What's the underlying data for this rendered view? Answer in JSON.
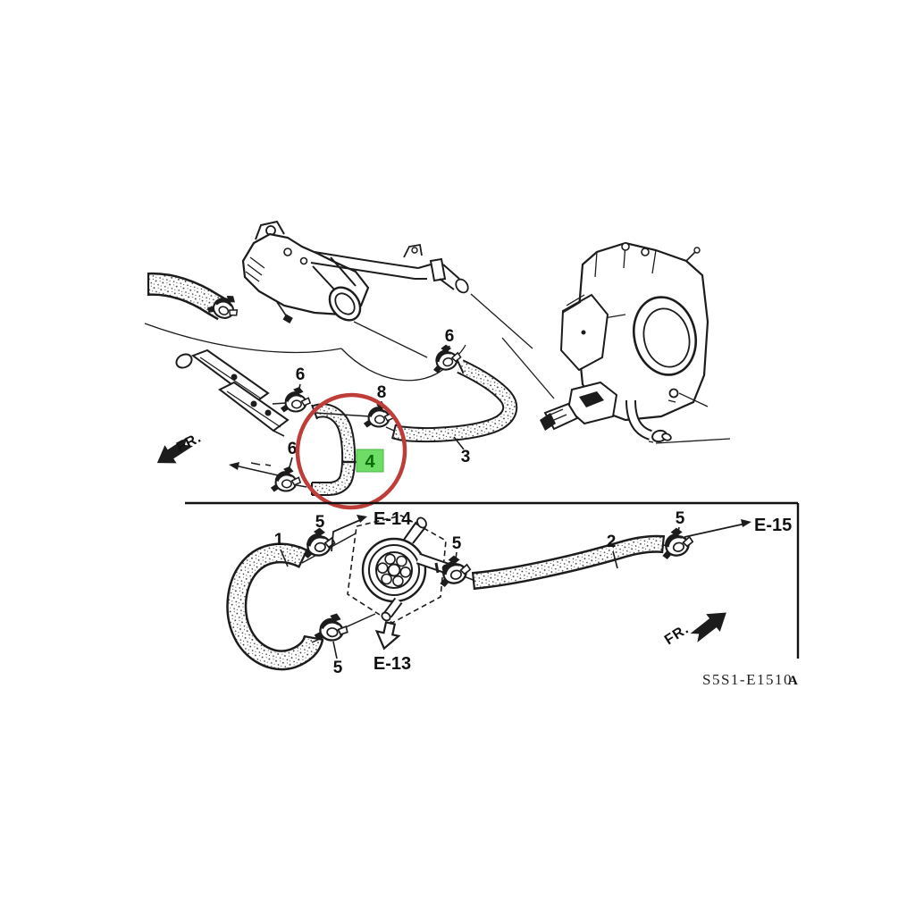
{
  "diagram": {
    "drawing_code": "S5S1-E1510",
    "drawing_code_suffix": "A",
    "front_label": "FR.",
    "connector_refs": {
      "e13": "E-13",
      "e14": "E-14",
      "e15": "E-15"
    },
    "part_callouts": {
      "hose1": "1",
      "hose2": "2",
      "hose3": "3",
      "hose4": "4",
      "clamp5": "5",
      "clamp6": "6",
      "clamp8": "8"
    },
    "highlight": {
      "part": "4",
      "box_color": "#6edd66",
      "digit_color": "#0a6b0a",
      "ring_color": "#bf3d38"
    },
    "colors": {
      "line": "#1c1c1c",
      "background": "#ffffff"
    }
  }
}
